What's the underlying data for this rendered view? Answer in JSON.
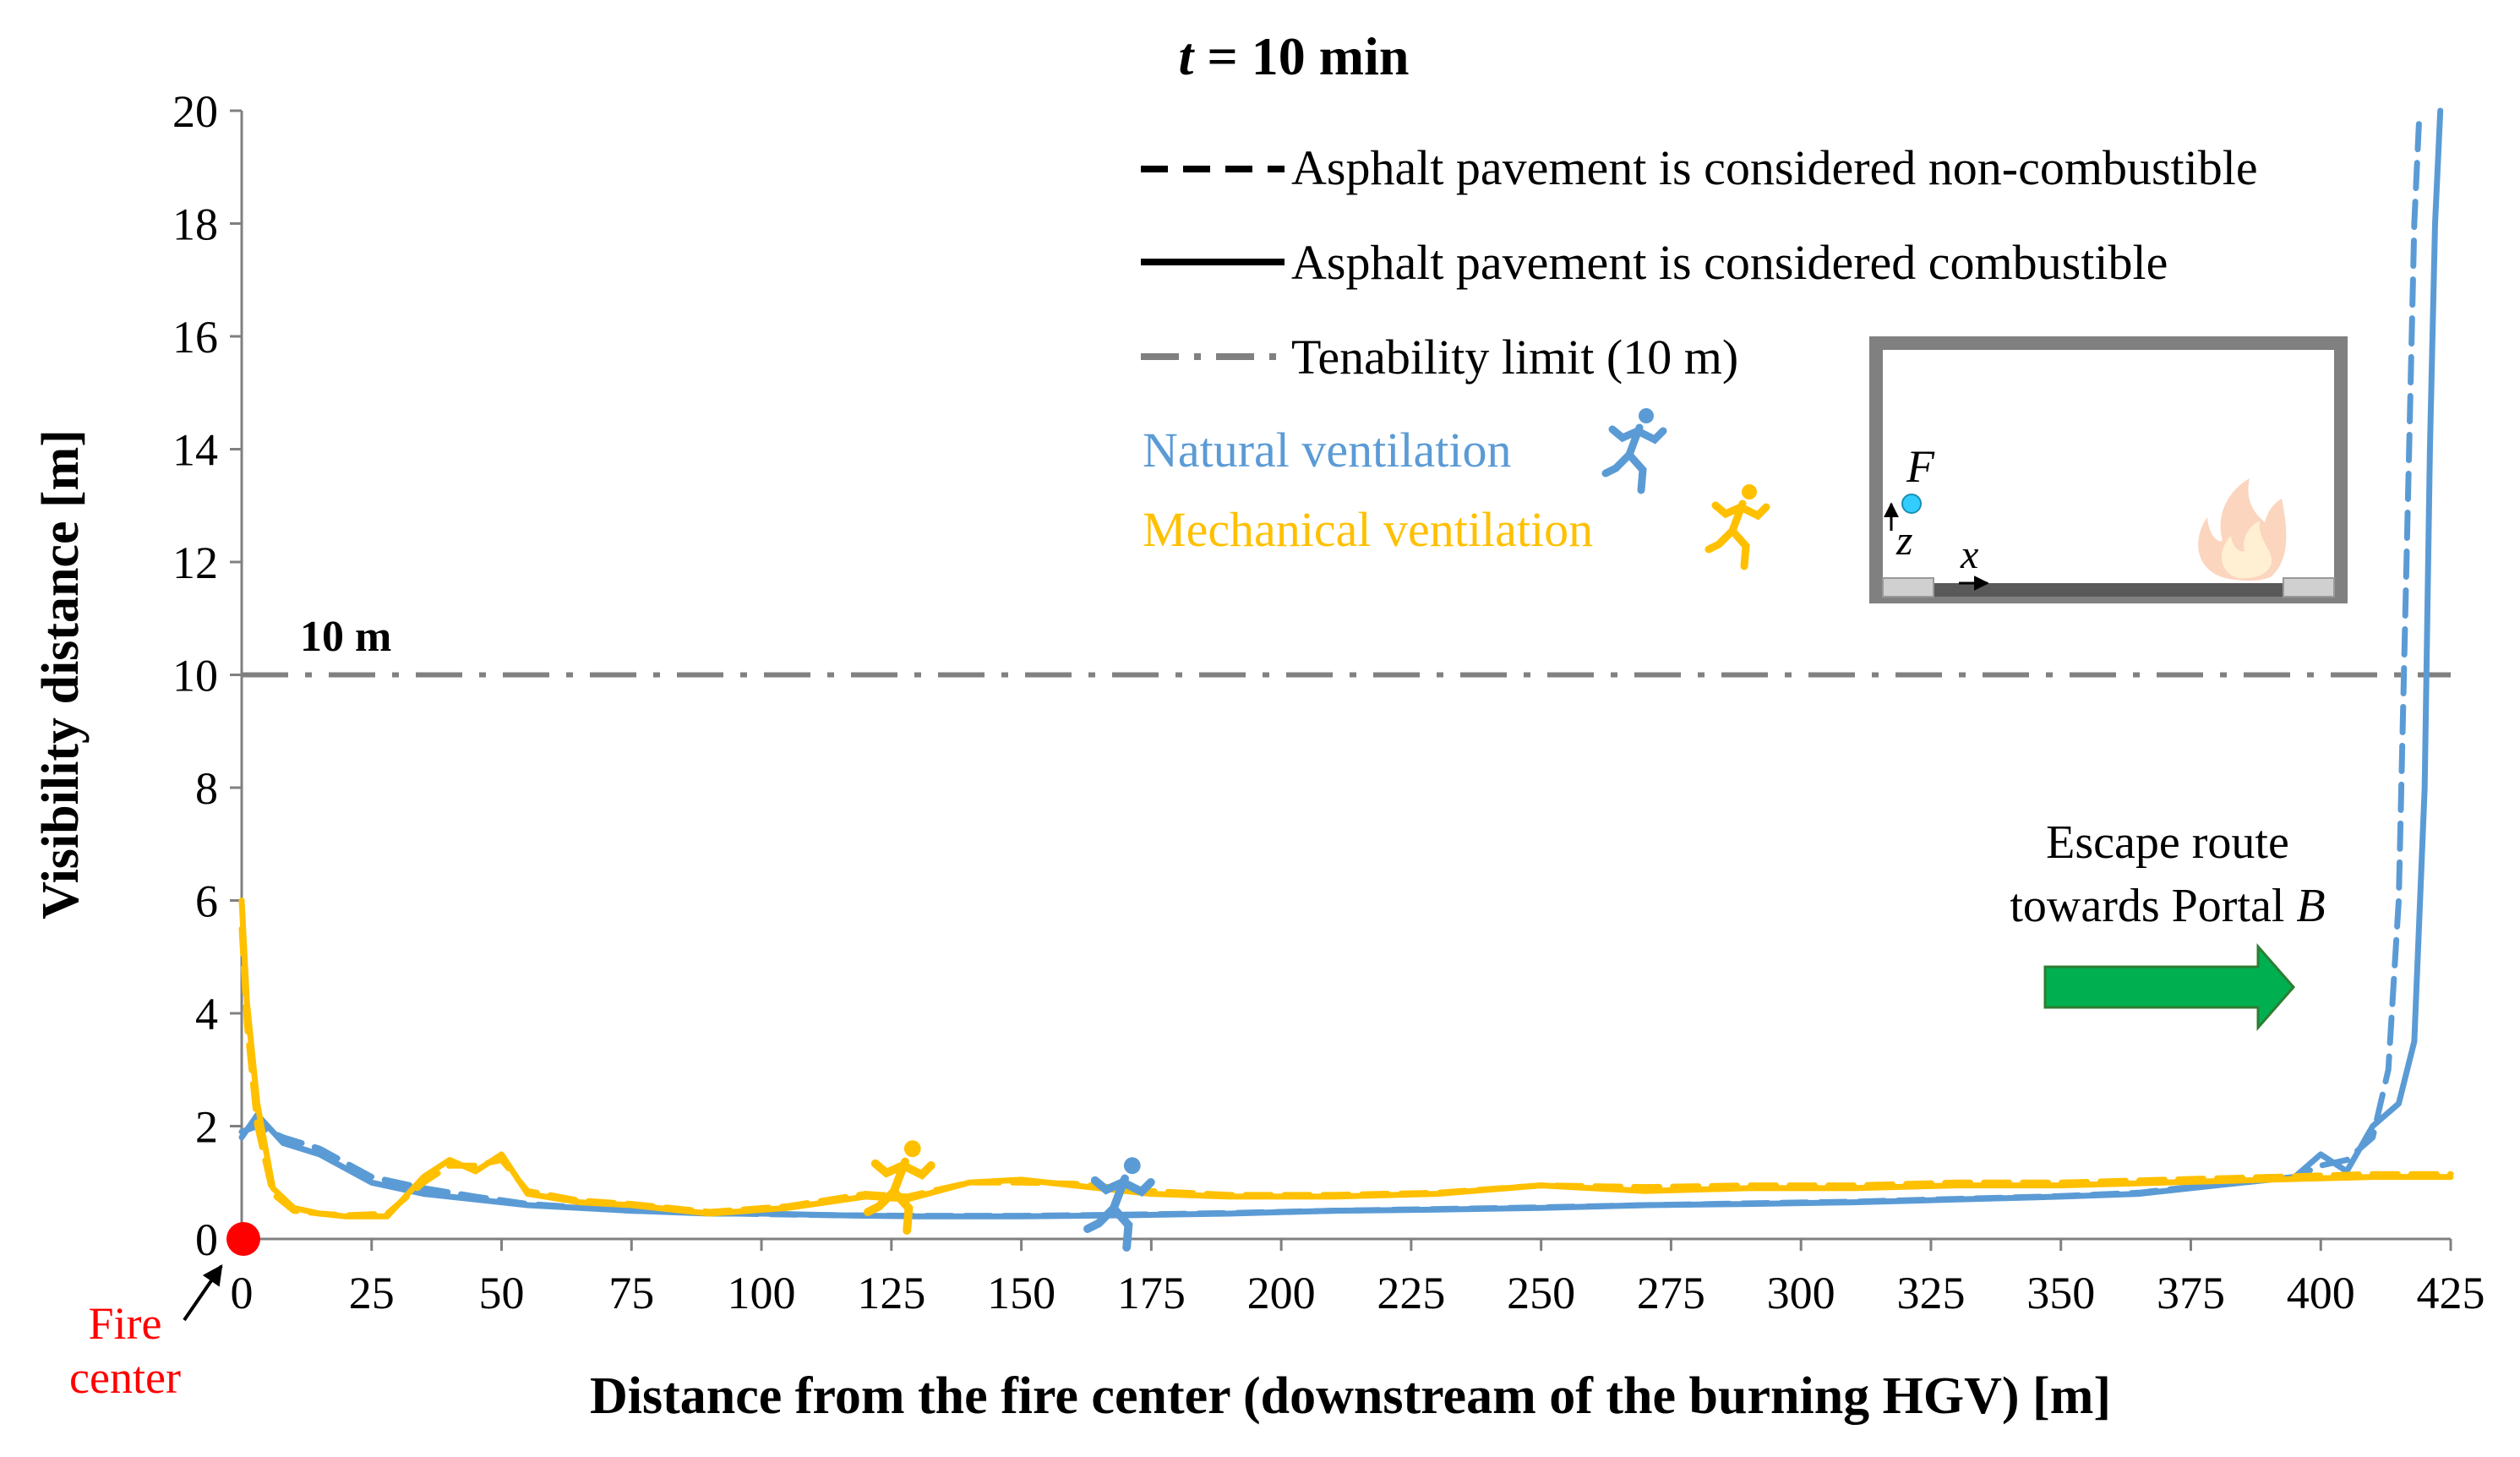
{
  "chart_data": {
    "type": "line",
    "title": "t = 10 min",
    "title_parts": {
      "var": "t",
      "rest": " = 10 min"
    },
    "xlabel": "Distance from the fire center (downstream of the burning HGV) [m]",
    "ylabel": "Visibility distance [m]",
    "xlim": [
      0,
      425
    ],
    "ylim": [
      0,
      20
    ],
    "xticks": [
      0,
      25,
      50,
      75,
      100,
      125,
      150,
      175,
      200,
      225,
      250,
      275,
      300,
      325,
      350,
      375,
      400,
      425
    ],
    "yticks": [
      0,
      2,
      4,
      6,
      8,
      10,
      12,
      14,
      16,
      18,
      20
    ],
    "grid": false,
    "tenability_limit": {
      "value": 10,
      "label": "10 m",
      "color": "#808080"
    },
    "legend": {
      "placement": "top-right",
      "entries": [
        {
          "style": "dashed",
          "label": "Asphalt pavement is considered non-combustible"
        },
        {
          "style": "solid",
          "label": "Asphalt pavement is considered combustible"
        },
        {
          "style": "dashdot",
          "label": "Tenability limit (10 m)"
        }
      ],
      "ventilation": [
        {
          "label": "Natural ventilation",
          "color": "#5b9bd5",
          "icon": "running-person-icon"
        },
        {
          "label": "Mechanical ventilation",
          "color": "#ffc000",
          "icon": "running-person-icon"
        }
      ]
    },
    "series": [
      {
        "name": "Natural ventilation",
        "pavement": "combustible",
        "style": "solid",
        "color": "#5b9bd5",
        "x": [
          0,
          3,
          8,
          15,
          25,
          35,
          45,
          55,
          65,
          75,
          90,
          100,
          115,
          130,
          150,
          170,
          190,
          210,
          230,
          250,
          270,
          290,
          310,
          330,
          350,
          365,
          375,
          385,
          395,
          400,
          405,
          410,
          415,
          418,
          420,
          421,
          422,
          423
        ],
        "y": [
          1.8,
          2.2,
          1.7,
          1.5,
          1.0,
          0.8,
          0.7,
          0.6,
          0.55,
          0.5,
          0.45,
          0.45,
          0.42,
          0.4,
          0.4,
          0.42,
          0.45,
          0.5,
          0.52,
          0.55,
          0.6,
          0.62,
          0.65,
          0.7,
          0.75,
          0.8,
          0.9,
          1.0,
          1.1,
          1.5,
          1.2,
          2.0,
          2.4,
          3.5,
          8.0,
          14.0,
          18.0,
          20.0
        ]
      },
      {
        "name": "Natural ventilation",
        "pavement": "non-combustible",
        "style": "dashed",
        "color": "#5b9bd5",
        "x": [
          0,
          3,
          8,
          15,
          25,
          35,
          45,
          55,
          65,
          75,
          90,
          100,
          115,
          130,
          150,
          170,
          190,
          210,
          230,
          250,
          270,
          290,
          310,
          330,
          350,
          365,
          375,
          385,
          395,
          400,
          405,
          410,
          413,
          415,
          416,
          417,
          418,
          419
        ],
        "y": [
          1.9,
          2.0,
          1.8,
          1.6,
          1.1,
          0.9,
          0.75,
          0.62,
          0.56,
          0.5,
          0.46,
          0.44,
          0.42,
          0.41,
          0.41,
          0.43,
          0.46,
          0.5,
          0.53,
          0.56,
          0.6,
          0.63,
          0.66,
          0.71,
          0.76,
          0.82,
          0.92,
          1.0,
          1.1,
          1.3,
          1.4,
          1.8,
          3.0,
          6.0,
          10.0,
          14.0,
          18.0,
          20.0
        ]
      },
      {
        "name": "Mechanical ventilation",
        "pavement": "combustible",
        "style": "solid",
        "color": "#ffc000",
        "x": [
          0,
          1,
          3,
          6,
          10,
          15,
          20,
          28,
          35,
          40,
          45,
          50,
          55,
          65,
          75,
          90,
          105,
          120,
          128,
          140,
          150,
          160,
          175,
          190,
          210,
          230,
          250,
          270,
          290,
          310,
          330,
          350,
          370,
          390,
          410,
          425
        ],
        "y": [
          6.0,
          4.2,
          2.4,
          0.9,
          0.55,
          0.45,
          0.4,
          0.4,
          1.1,
          1.4,
          1.2,
          1.5,
          0.8,
          0.65,
          0.6,
          0.45,
          0.55,
          0.75,
          0.7,
          1.0,
          1.05,
          0.95,
          0.8,
          0.75,
          0.75,
          0.8,
          0.95,
          0.85,
          0.9,
          0.9,
          0.95,
          0.95,
          1.0,
          1.05,
          1.1,
          1.1
        ]
      },
      {
        "name": "Mechanical ventilation",
        "pavement": "non-combustible",
        "style": "dashed",
        "color": "#ffc000",
        "x": [
          0,
          1,
          3,
          6,
          10,
          15,
          20,
          28,
          35,
          40,
          45,
          50,
          55,
          65,
          75,
          90,
          105,
          120,
          128,
          140,
          150,
          160,
          175,
          190,
          210,
          230,
          250,
          270,
          290,
          310,
          330,
          350,
          370,
          390,
          410,
          425
        ],
        "y": [
          5.5,
          3.8,
          2.0,
          0.8,
          0.5,
          0.45,
          0.42,
          0.45,
          1.0,
          1.3,
          1.3,
          1.4,
          0.85,
          0.68,
          0.62,
          0.48,
          0.58,
          0.8,
          0.75,
          1.0,
          1.0,
          0.98,
          0.85,
          0.78,
          0.78,
          0.82,
          0.95,
          0.92,
          0.95,
          0.95,
          1.0,
          1.0,
          1.05,
          1.1,
          1.15,
          1.15
        ]
      }
    ],
    "annotations": {
      "fire_center": {
        "line1": "Fire",
        "line2": "center",
        "color": "#ff0000"
      },
      "escape_route": {
        "line1": "Escape route",
        "line2_text": "towards Portal ",
        "line2_var": "B",
        "arrow_color": "#00b050"
      },
      "inset": {
        "f_label": "F",
        "z_label": "z",
        "x_label": "x",
        "point_color": "#33ccff",
        "flame_icon": "flame-icon"
      }
    }
  }
}
